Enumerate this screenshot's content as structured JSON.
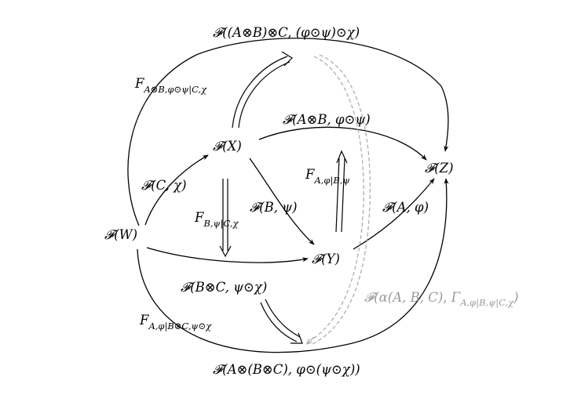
{
  "nodes": {
    "W": "𝓕(W)",
    "X": "𝓕(X)",
    "Y": "𝓕(Y)",
    "Z": "𝓕(Z)"
  },
  "labels": {
    "top_label": "𝓕((A⊗B)⊗C, (φ⊙ψ)⊙χ)",
    "bottom_label": "𝓕(A⊗(B⊗C), φ⊙(ψ⊙χ))",
    "xz_label": "𝓕(A⊗B, φ⊙ψ)",
    "wx_label": "𝓕(C, χ)",
    "xy_label": "𝓕(B, ψ)",
    "yz_label": "𝓕(A, φ)",
    "wy_label": "𝓕(B⊗C, ψ⊙χ)",
    "alpha_label": "𝓕(α(A, B, C), Γ",
    "alpha_sub": "A,φ|B,ψ|C,χ",
    "alpha_close": ")"
  },
  "cells": {
    "F_top_main": "F",
    "F_top_sub": "A⊗B,φ⊙ψ|C,χ",
    "F_mid_main": "F",
    "F_mid_sub": "B,ψ|C,χ",
    "F_right_main": "F",
    "F_right_sub": "A,φ|B,ψ",
    "F_bot_main": "F",
    "F_bot_sub": "A,φ|B⊗C,ψ⊙χ"
  },
  "colors": {
    "ink": "#000000",
    "gray_label": "#9a9a9a",
    "dashed": "#a8a8a8"
  }
}
